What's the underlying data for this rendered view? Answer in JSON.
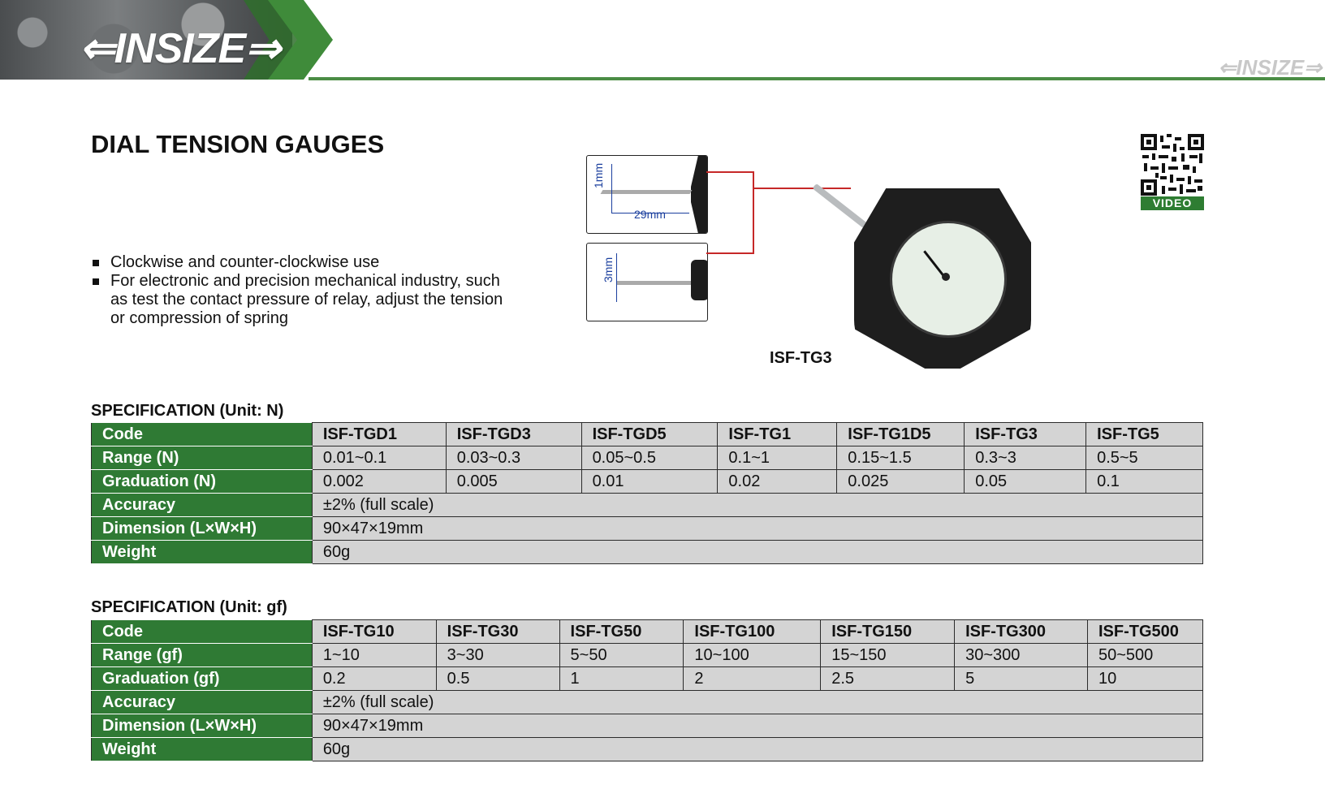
{
  "header": {
    "logo": "INSIZE",
    "logo_small": "INSIZE"
  },
  "title": "DIAL TENSION GAUGES",
  "features": [
    "Clockwise and counter-clockwise use",
    "For electronic and precision mechanical industry, such as test the contact pressure of relay, adjust the tension or compression of spring"
  ],
  "diagram": {
    "dim_1": "1mm",
    "dim_29": "29mm",
    "dim_3": "3mm",
    "model": "ISF-TG3"
  },
  "qr": {
    "label": "VIDEO"
  },
  "spec_n": {
    "title": "SPECIFICATION (Unit: N)",
    "labels": {
      "code": "Code",
      "range": "Range (N)",
      "graduation": "Graduation (N)",
      "accuracy": "Accuracy",
      "dimension": "Dimension (L×W×H)",
      "weight": "Weight"
    },
    "codes": [
      "ISF-TGD1",
      "ISF-TGD3",
      "ISF-TGD5",
      "ISF-TG1",
      "ISF-TG1D5",
      "ISF-TG3",
      "ISF-TG5"
    ],
    "ranges": [
      "0.01~0.1",
      "0.03~0.3",
      "0.05~0.5",
      "0.1~1",
      "0.15~1.5",
      "0.3~3",
      "0.5~5"
    ],
    "graduations": [
      "0.002",
      "0.005",
      "0.01",
      "0.02",
      "0.025",
      "0.05",
      "0.1"
    ],
    "accuracy": "±2% (full scale)",
    "dimension": "90×47×19mm",
    "weight": "60g"
  },
  "spec_gf": {
    "title": "SPECIFICATION (Unit: gf)",
    "labels": {
      "code": "Code",
      "range": "Range (gf)",
      "graduation": "Graduation (gf)",
      "accuracy": "Accuracy",
      "dimension": "Dimension (L×W×H)",
      "weight": "Weight"
    },
    "codes": [
      "ISF-TG10",
      "ISF-TG30",
      "ISF-TG50",
      "ISF-TG100",
      "ISF-TG150",
      "ISF-TG300",
      "ISF-TG500"
    ],
    "ranges": [
      "1~10",
      "3~30",
      "5~50",
      "10~100",
      "15~150",
      "30~300",
      "50~500"
    ],
    "graduations": [
      "0.2",
      "0.5",
      "1",
      "2",
      "2.5",
      "5",
      "10"
    ],
    "accuracy": "±2% (full scale)",
    "dimension": "90×47×19mm",
    "weight": "60g"
  }
}
